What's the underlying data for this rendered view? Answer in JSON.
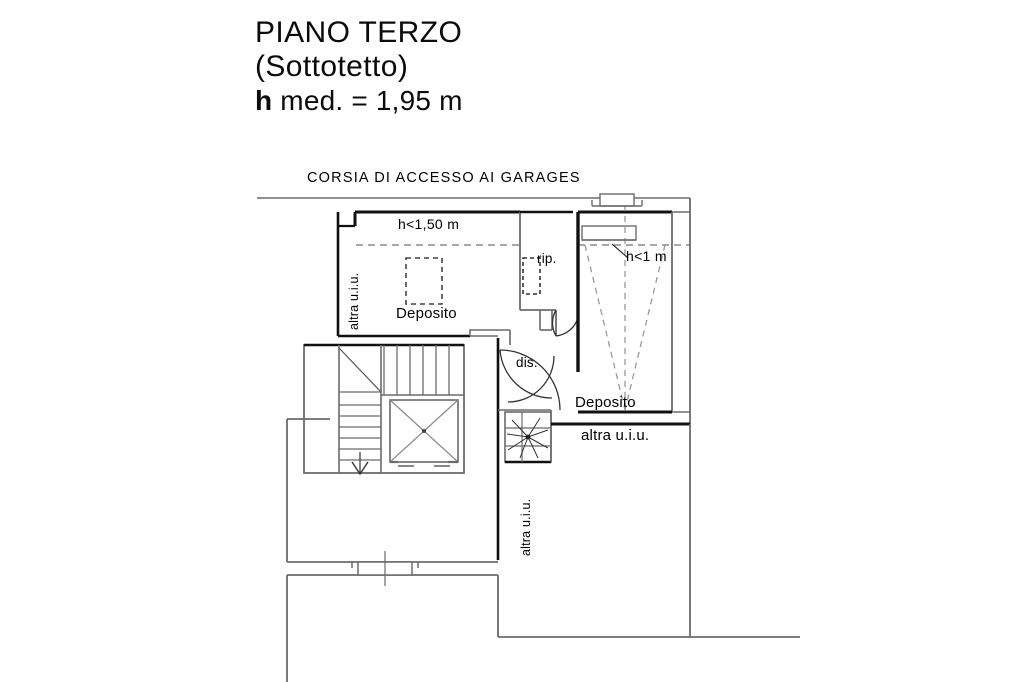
{
  "document": {
    "kind": "architectural-floor-plan",
    "language": "it"
  },
  "title": {
    "line1": "PIANO TERZO",
    "line2": "(Sottotetto)",
    "line3_prefix": "h",
    "line3_rest": " med. = 1,95 m"
  },
  "plan": {
    "header_label": "CORSIA DI ACCESSO AI GARAGES",
    "labels": {
      "altra_uiu_left": "altra u.i.u.",
      "altra_uiu_bottom_vertical": "altra u.i.u.",
      "altra_uiu_right": "altra u.i.u.",
      "height_limit_150": "h<1,50 m",
      "height_limit_100": "h<1 m",
      "deposito_left": "Deposito",
      "deposito_right": "Deposito",
      "ripostiglio": "rip.",
      "disimpegno": "dis."
    }
  },
  "colors": {
    "ink": "#000000",
    "wall_heavy": "#111111",
    "wall_light": "#6b6b6b",
    "hatch": "#777777",
    "dashed": "#8a8a8a",
    "paper": "#ffffff"
  }
}
